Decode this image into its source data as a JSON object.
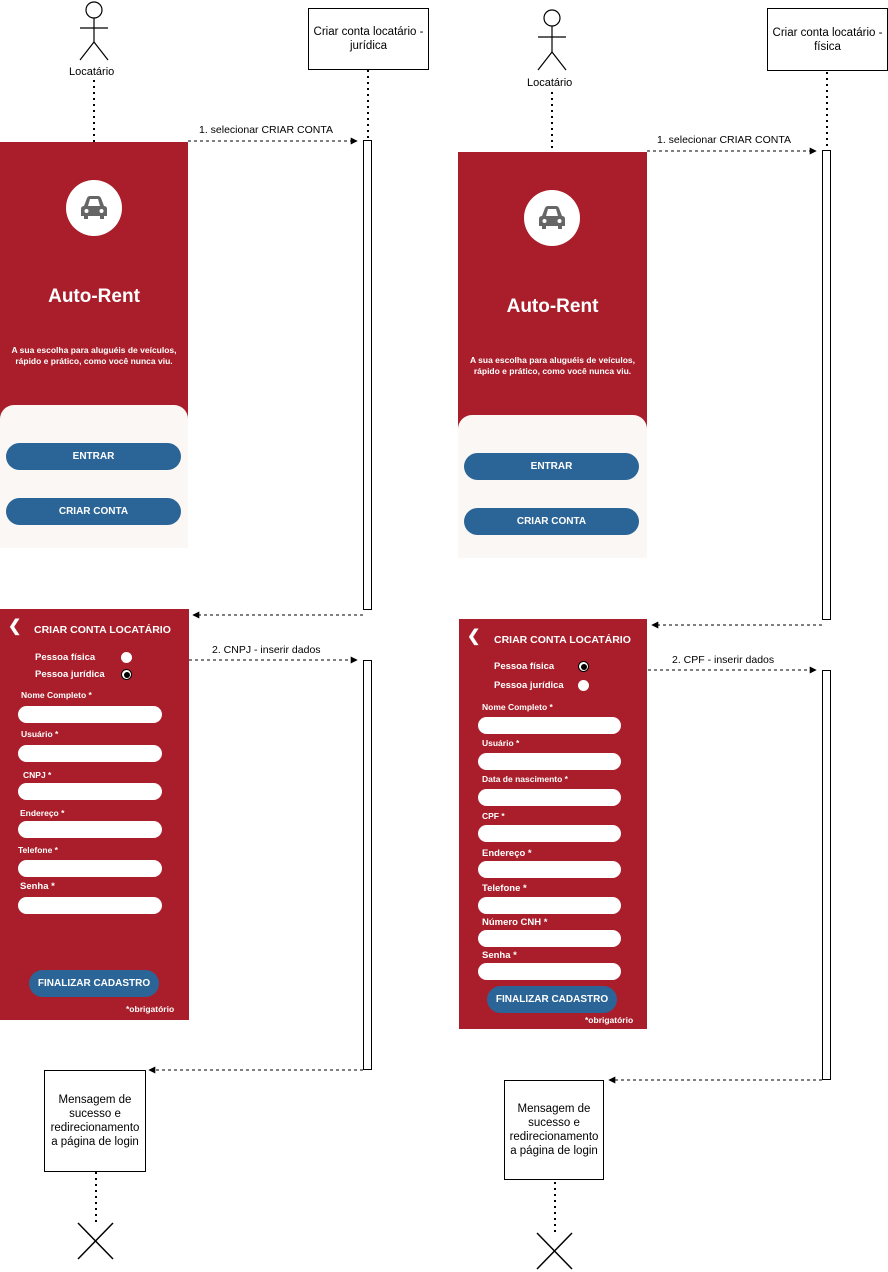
{
  "colors": {
    "brand_red": "#a91e2a",
    "button_blue": "#2b6597",
    "panel_bg": "#fbf7f5"
  },
  "left": {
    "actor_label": "Locatário",
    "lifeline_box": "Criar conta locatário -\njurídica",
    "msg1": "1. selecionar CRIAR CONTA",
    "msg2": "2. CNPJ - inserir dados",
    "result_box": "Mensagem de\nsucesso e\nredirecionamento\na página de login",
    "splash": {
      "icon": "car-icon",
      "title": "Auto-Rent",
      "tagline": "A sua escolha para aluguéis de veículos,\nrápido e prático, como você nunca viu.",
      "btn_login": "ENTRAR",
      "btn_create": "CRIAR CONTA"
    },
    "form": {
      "back_icon": "chevron-left-icon",
      "title": "CRIAR CONTA LOCATÁRIO",
      "radio_fisica": "Pessoa física",
      "radio_juridica": "Pessoa jurídica",
      "selected": "Pessoa jurídica",
      "fields": [
        "Nome Completo *",
        "Usuário *",
        "CNPJ *",
        "Endereço *",
        "Telefone *",
        "Senha *"
      ],
      "submit": "FINALIZAR CADASTRO",
      "required_note": "*obrigatório"
    }
  },
  "right": {
    "actor_label": "Locatário",
    "lifeline_box": "Criar conta locatário -\nfísica",
    "msg1": "1. selecionar CRIAR CONTA",
    "msg2": "2. CPF - inserir dados",
    "result_box": "Mensagem de\nsucesso e\nredirecionamento\na página de login",
    "splash": {
      "icon": "car-icon",
      "title": "Auto-Rent",
      "tagline": "A sua escolha para aluguéis de veículos,\nrápido e prático, como você nunca viu.",
      "btn_login": "ENTRAR",
      "btn_create": "CRIAR CONTA"
    },
    "form": {
      "back_icon": "chevron-left-icon",
      "title": "CRIAR CONTA LOCATÁRIO",
      "radio_fisica": "Pessoa física",
      "radio_juridica": "Pessoa jurídica",
      "selected": "Pessoa física",
      "fields": [
        "Nome Completo *",
        "Usuário *",
        "Data de nascimento *",
        "CPF *",
        "Endereço *",
        "Telefone *",
        "Número CNH *",
        "Senha *"
      ],
      "submit": "FINALIZAR CADASTRO",
      "required_note": "*obrigatório"
    }
  }
}
